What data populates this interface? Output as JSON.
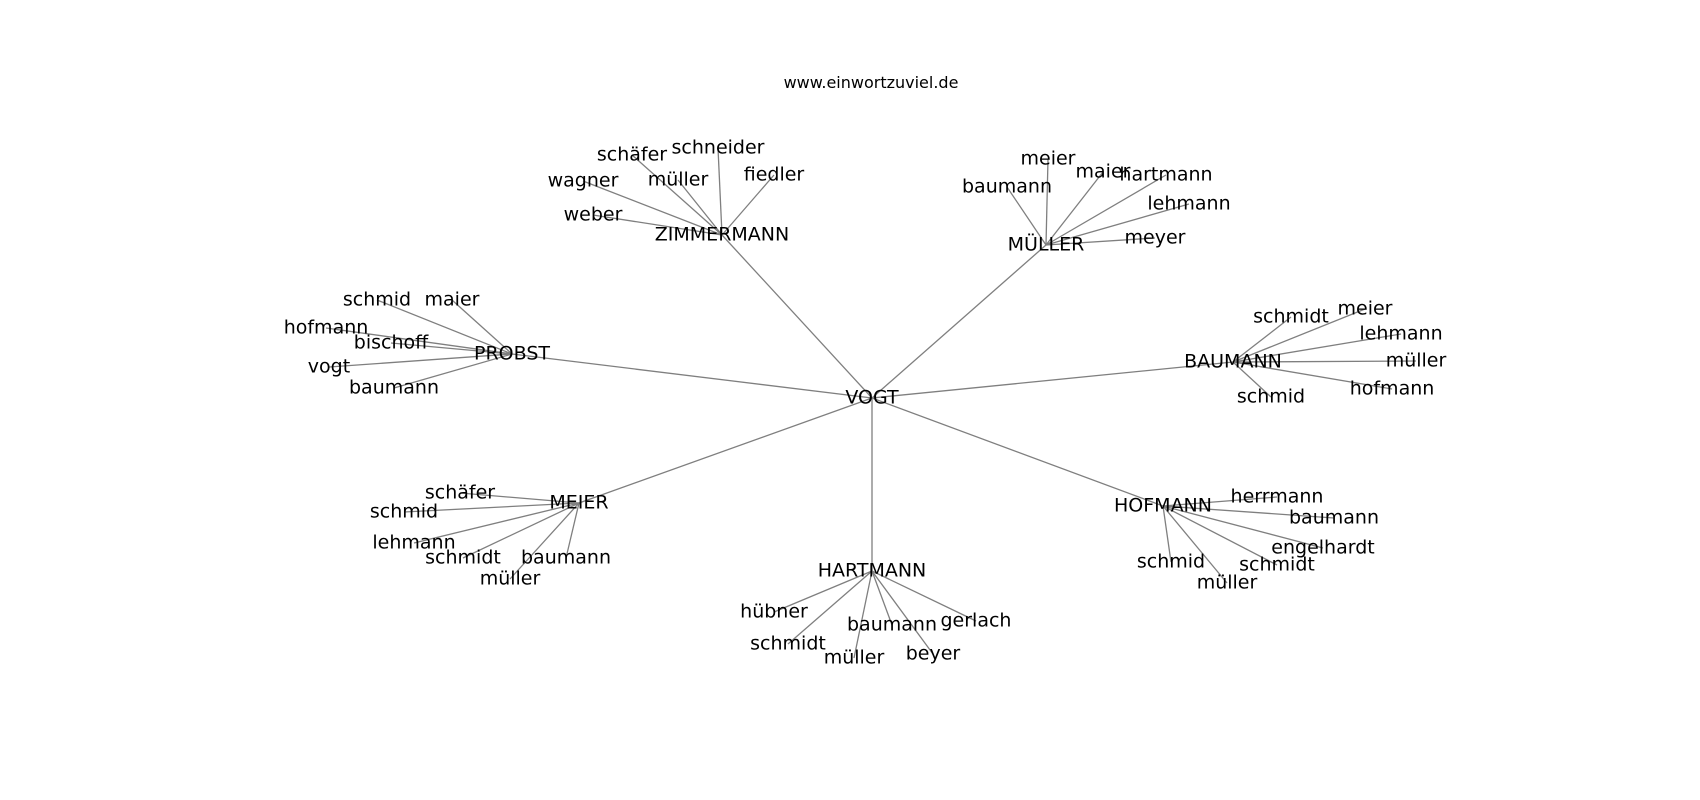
{
  "site": "www.einwortzuviel.de",
  "root": "VOGT",
  "clusters": [
    {
      "name": "ZIMMERMANN",
      "leaves": [
        "schäfer",
        "schneider",
        "wagner",
        "müller",
        "fiedler",
        "weber"
      ]
    },
    {
      "name": "MÜLLER",
      "leaves": [
        "meier",
        "maier",
        "hartmann",
        "baumann",
        "lehmann",
        "meyer"
      ]
    },
    {
      "name": "PROBST",
      "leaves": [
        "schmid",
        "maier",
        "hofmann",
        "bischoff",
        "vogt",
        "baumann"
      ]
    },
    {
      "name": "BAUMANN",
      "leaves": [
        "schmidt",
        "meier",
        "lehmann",
        "müller",
        "hofmann",
        "schmid"
      ]
    },
    {
      "name": "MEIER",
      "leaves": [
        "schäfer",
        "schmid",
        "lehmann",
        "schmidt",
        "baumann",
        "müller"
      ]
    },
    {
      "name": "HOFMANN",
      "leaves": [
        "herrmann",
        "baumann",
        "engelhardt",
        "schmidt",
        "schmid",
        "müller"
      ]
    },
    {
      "name": "HARTMANN",
      "leaves": [
        "hübner",
        "gerlach",
        "baumann",
        "schmidt",
        "müller",
        "beyer"
      ]
    }
  ],
  "colors": {
    "edge": "#7f7f7f",
    "text": "#000000",
    "background": "#ffffff"
  }
}
